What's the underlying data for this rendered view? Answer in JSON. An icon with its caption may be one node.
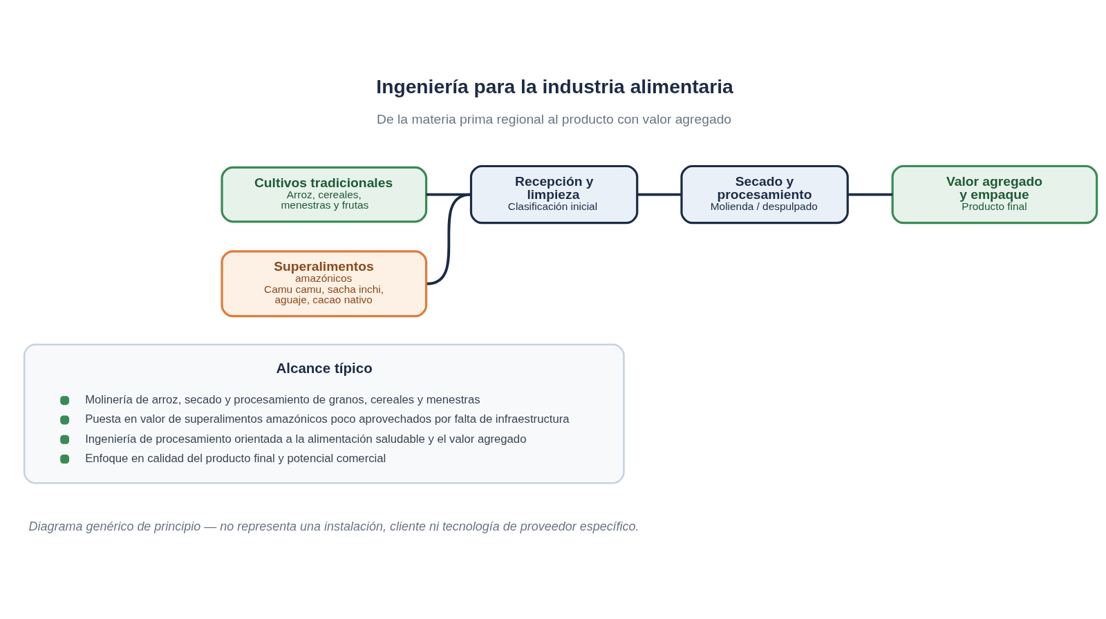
{
  "diagram": {
    "title": "Ingeniería para la industria alimentaria",
    "caption": "Diagrama genérico de principio — no representa una instalación, cliente ni tecnología de proveedor específico.",
    "nodes": [
      {
        "text": [
          "Cultivos tradicionales",
          "Arroz, cereales, menestras y frutas"
        ]
      },
      {
        "text": [
          "Superalimentos",
          "amazónicos",
          "Camu camu, sacha inchi, aguaje, cacao nativo"
        ]
      },
      {
        "text": [
          "Recepción y limpieza",
          "Clasificación inicial"
        ]
      },
      {
        "text": [
          "Secado y procesamiento",
          "Molienda / despulpado"
        ]
      },
      {
        "text": [
          "Valor agregado y empaque",
          "Producto final"
        ]
      },
      {
        "text": [
          "Alcance típico",
          "Molinería de arroz, secado y procesamiento de granos, cereales y menestras",
          "Puesta en valor de superalimentos amazónicos poco aprovechados por falta de infraestructura",
          "Ingeniería de procesamiento orientada a la alimentación saludable y el valor agregado",
          "Enfoque en calidad del producto final y potencial comercial"
        ]
      }
    ],
    "edges": [
      {
        "from": 0,
        "to": 2,
        "arrow": "none"
      },
      {
        "from": 1,
        "to": 2,
        "arrow": "none"
      },
      {
        "from": 2,
        "to": 3,
        "arrow": "none"
      },
      {
        "from": 3,
        "to": 4,
        "arrow": "none"
      }
    ],
    "labels": [
      "De la materia prima regional al producto con valor agregado"
    ]
  }
}
